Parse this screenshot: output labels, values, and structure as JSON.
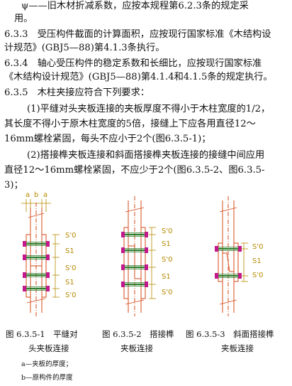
{
  "lines": [
    "ψ——旧木材折减系数，应按本规程第6.2.3条的规定采",
    "用。",
    "6.3.3　受压构件截面的计算面积，应按现行国家标准《木结构设",
    "计规范》(GBJ5—88)第4.1.3条执行。",
    "6.3.4　轴心受压构件的稳定系数和长细比，应按现行国家标准",
    "《木结构设计规范》(GBJ5—88)第4.1.4和4.1.5条的规定执行。",
    "6.3.5　木柱夹接应符合下列要求：",
    "(1)平缝对头夹板连接的夹板厚度不得小于木柱宽度的1/2，",
    "其长度不得小于原木柱宽度的5倍，接缝上下应各用直径12～",
    "16mm螺栓紧固，每头不应小于2个(图6.3.5-1)；",
    "(2)搭接榫夹板连接和斜面搭接榫夹板连接的接缝中间应用",
    "直径12～16mm螺栓紧固，不应少于2个(图6.3.5-2、图6.3.5-",
    "3)；"
  ],
  "figure": {
    "dim_labels": [
      "a",
      "b",
      "a"
    ],
    "spacing_labels": [
      "S'0",
      "S1",
      "S'0"
    ],
    "captions": [
      [
        "图 6.3.5-1　平缝对",
        "头夹板连接"
      ],
      [
        "图 6.3.5-2　搭接榫",
        "夹板连接"
      ],
      [
        "图 6.3.5-3　斜面搭接榫",
        "夹板连接"
      ]
    ],
    "notes": [
      "a—夹板的厚度；",
      "b—原构件的厚度"
    ],
    "colors": {
      "axis": "#d64a1a",
      "bolt": "#2b7d2b",
      "nut": "#c2188c",
      "dim": "#b58a00"
    }
  }
}
